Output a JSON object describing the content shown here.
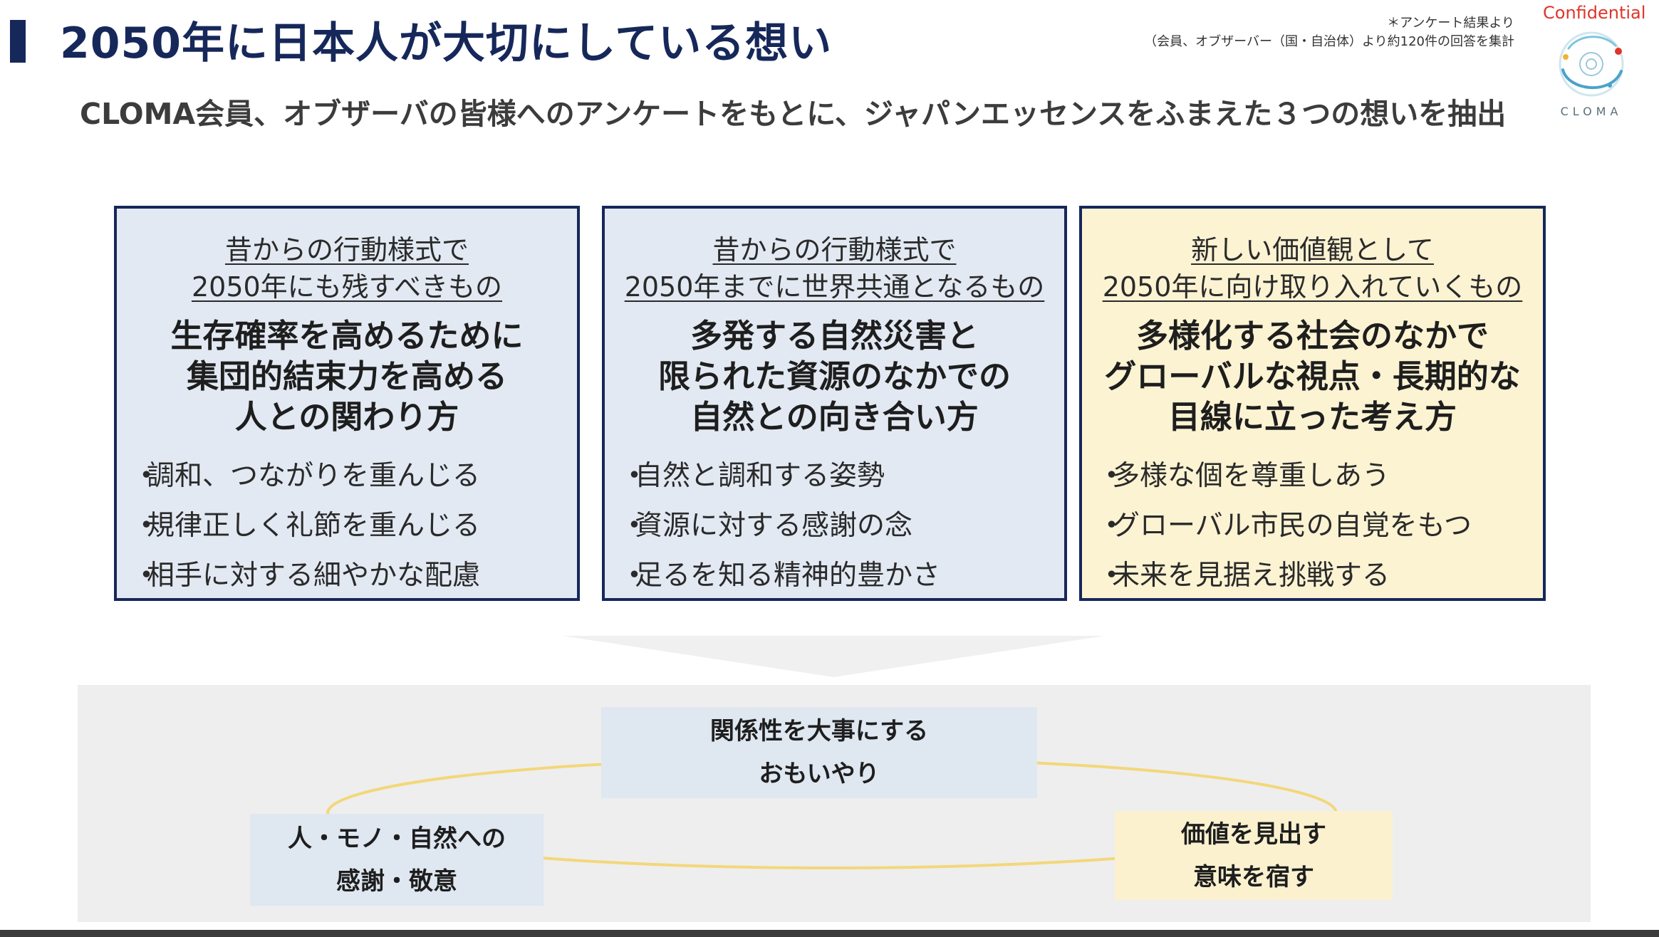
{
  "header": {
    "title": "2050年に日本人が大切にしている想い",
    "subtitle": "CLOMA会員、オブザーバの皆様へのアンケートをもとに、ジャパンエッセンスをふまえた３つの想いを抽出",
    "note_line1": "＊アンケート結果より",
    "note_line2": "（会員、オブザーバー（国・自治体）より約120件の回答を集計",
    "confidential": "Confidential",
    "logo_text": "CLOMA"
  },
  "cards": [
    {
      "head_line1": "昔からの行動様式で",
      "head_line2": "2050年にも残すべきもの",
      "main_line1": "生存確率を高めるために",
      "main_line2": "集団的結束力を高める",
      "main_line3": "人との関わり方",
      "bullet_mark": "・",
      "bullets": [
        "調和、つながりを重んじる",
        "規律正しく礼節を重んじる",
        "相手に対する細やかな配慮"
      ]
    },
    {
      "head_line1": "昔からの行動様式で",
      "head_line2": "2050年までに世界共通となるもの",
      "main_line1": "多発する自然災害と",
      "main_line2": "限られた資源のなかでの",
      "main_line3": "自然との向き合い方",
      "bullet_mark": "・",
      "bullets": [
        "自然と調和する姿勢",
        "資源に対する感謝の念",
        "足るを知る精神的豊かさ"
      ]
    },
    {
      "head_line1": "新しい価値観として",
      "head_line2": "2050年に向け取り入れていくもの",
      "main_line1": "多様化する社会のなかで",
      "main_line2": "グローバルな視点・長期的な",
      "main_line3": "目線に立った考え方",
      "bullet_mark": "・",
      "bullets": [
        "多様な個を尊重しあう",
        "グローバル市民の自覚をもつ",
        "未来を見据え挑戦する"
      ]
    }
  ],
  "values": {
    "relation_line1": "関係性を大事にする",
    "relation_line2": "おもいやり",
    "gratitude_line1": "人・モノ・自然への",
    "gratitude_line2": "感謝・敬意",
    "meaning_line1": "価値を見出す",
    "meaning_line2": "意味を宿す"
  },
  "colors": {
    "navy": "#16285a",
    "card_blue": "#e2e9f3",
    "card_yellow": "#fcf3d3",
    "ellipse_line": "#f3d77a",
    "confidential_red": "#e0342a"
  }
}
